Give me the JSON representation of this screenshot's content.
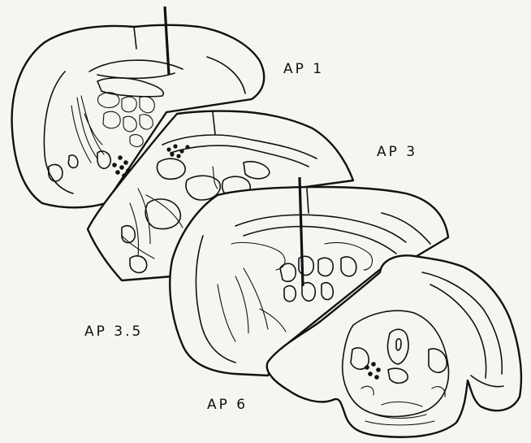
{
  "sections": [
    {
      "id": "ap1",
      "label": "AP 1"
    },
    {
      "id": "ap3",
      "label": "AP 3"
    },
    {
      "id": "ap35",
      "label": "AP 3.5"
    },
    {
      "id": "ap6",
      "label": "AP 6"
    }
  ],
  "colors": {
    "ink": "#111111",
    "paper": "#f6f5f1"
  }
}
